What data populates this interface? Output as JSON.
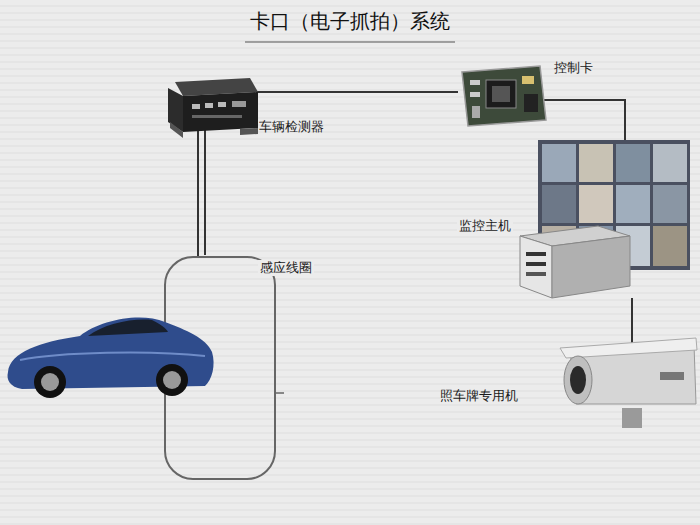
{
  "diagram": {
    "title": "卡口（电子抓拍）系统",
    "nodes": [
      {
        "text": [
          "控制卡"
        ]
      },
      {
        "text": [
          "车辆检测器"
        ]
      },
      {
        "text": [
          "监控主机"
        ]
      },
      {
        "text": [
          "感应线圈"
        ]
      },
      {
        "text": [
          "照车牌专用机"
        ]
      }
    ],
    "edges": [
      {
        "from": 1,
        "to": 0,
        "arrow": "none"
      },
      {
        "from": 1,
        "to": 3,
        "arrow": "none"
      },
      {
        "from": 0,
        "to": 2,
        "arrow": "none"
      },
      {
        "from": 2,
        "to": 4,
        "arrow": "none"
      }
    ]
  }
}
